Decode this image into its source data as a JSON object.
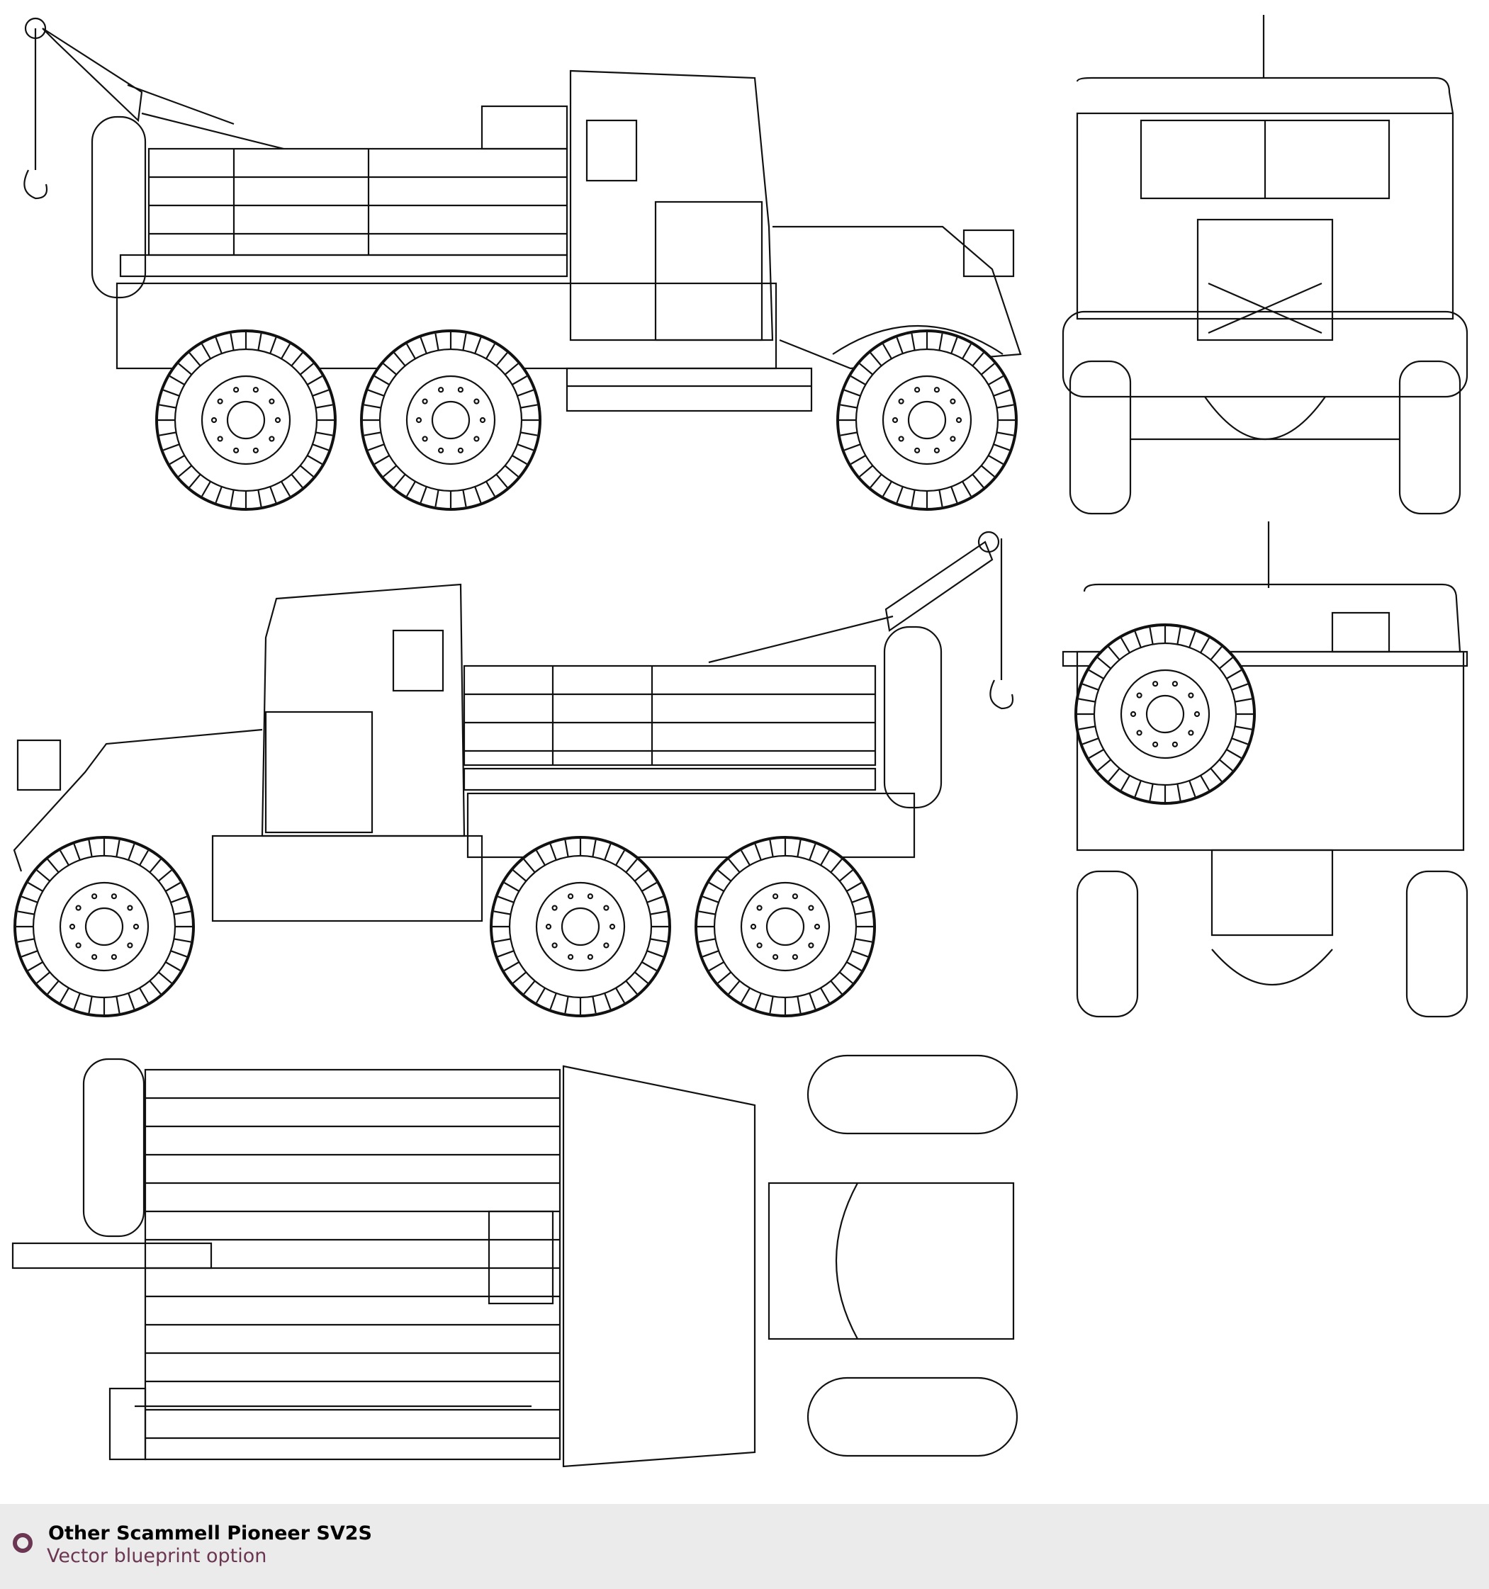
{
  "footer": {
    "title": "Other Scammell Pioneer SV2S",
    "subtitle": "Vector blueprint option",
    "accent_color": "#6b3652",
    "icon": "ring-icon"
  },
  "views": [
    "side-left",
    "front",
    "side-right",
    "rear",
    "top"
  ]
}
